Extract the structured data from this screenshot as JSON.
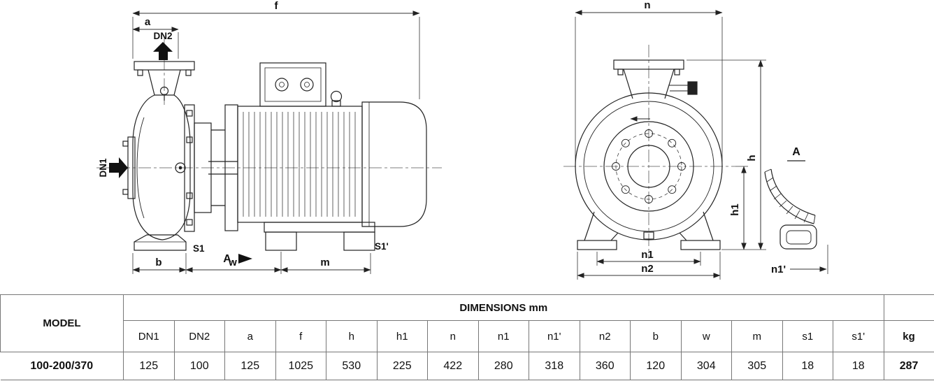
{
  "figure": {
    "side_view": {
      "dim_f": "f",
      "dim_a": "a",
      "dn2": "DN2",
      "dn1": "DN1",
      "dim_b": "b",
      "dim_w": "w",
      "dim_m": "m",
      "s1": "S1",
      "s1_prime": "S1'",
      "view_marker": "A"
    },
    "end_view": {
      "dim_n": "n",
      "dim_h": "h",
      "dim_h1": "h1",
      "dim_n1": "n1",
      "dim_n2": "n2"
    },
    "detail_view": {
      "title": "A",
      "dim_n1_prime": "n1'"
    },
    "icons": {
      "flow_up_arrow": "solid up arrow (discharge flow)",
      "flow_right_arrow": "solid right arrow (suction flow)",
      "view_direction_arrow": "solid right triangle (view A direction)",
      "rotation_arrow": "small left arrow inside casing"
    },
    "colors": {
      "line": "#222222",
      "text": "#111111",
      "table_border": "#777777",
      "background": "#ffffff"
    }
  },
  "table": {
    "title": "DIMENSIONS mm",
    "model_header": "MODEL",
    "weight_header": "kg",
    "columns": [
      "DN1",
      "DN2",
      "a",
      "f",
      "h",
      "h1",
      "n",
      "n1",
      "n1'",
      "n2",
      "b",
      "w",
      "m",
      "s1",
      "s1'"
    ],
    "row": {
      "model": "100-200/370",
      "values": [
        "125",
        "100",
        "125",
        "1025",
        "530",
        "225",
        "422",
        "280",
        "318",
        "360",
        "120",
        "304",
        "305",
        "18",
        "18"
      ],
      "weight": "287"
    }
  }
}
